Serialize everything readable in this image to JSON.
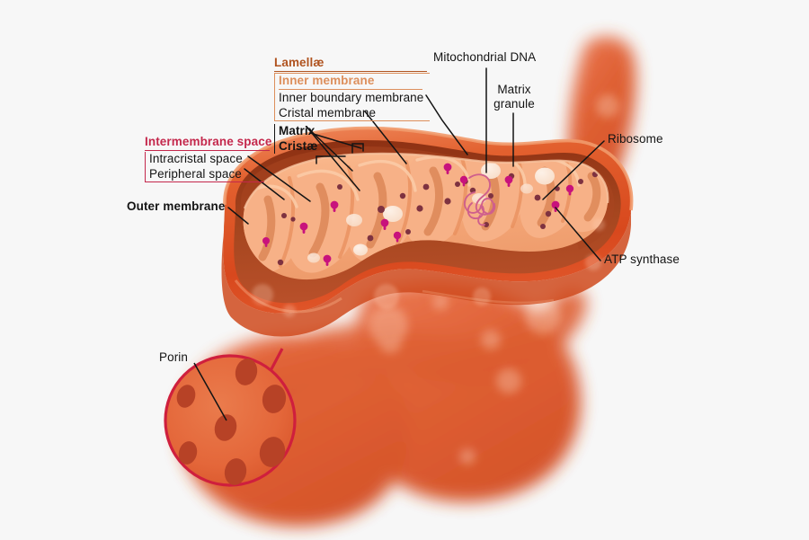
{
  "figure": {
    "subject": "mitochondrion-cutaway-diagram",
    "background_color": "#f7f7f7"
  },
  "palette": {
    "page_bg": "#f7f7f7",
    "outer_membrane": "#e0562a",
    "outer_membrane_dark": "#8e3216",
    "inner_cavity_shadow": "#9c3a18",
    "rim_light": "#ef8a5e",
    "matrix": "#f6a97b",
    "matrix_light": "#f9c39c",
    "crista_shadow": "#e09163",
    "granule": "#fbe3d2",
    "ribosome": "#7e3240",
    "atp_synthase": "#c8127c",
    "mtdna": "#cf5f8c",
    "label_black": "#141414",
    "label_brown": "#b0531f",
    "label_light_orange": "#dd8f5c",
    "label_crimson": "#c4284c",
    "porin_border": "#cf1f3d",
    "porin_fill": "#e4673a",
    "porin_pore": "#b74226"
  },
  "labels": {
    "lamellae_group": {
      "header": "Lamellæ",
      "subheader": "Inner membrane",
      "items": [
        "Inner boundary membrane",
        "Cristal membrane"
      ],
      "matrix": "Matrix",
      "cristae": "Cristæ"
    },
    "intermembrane_group": {
      "header": "Intermembrane space",
      "items": [
        "Intracristal space",
        "Peripheral space"
      ]
    },
    "outer_membrane": "Outer membrane",
    "mitochondrial_dna": "Mitochondrial DNA",
    "matrix_granule_line1": "Matrix",
    "matrix_granule_line2": "granule",
    "ribosome": "Ribosome",
    "atp_synthase": "ATP synthase",
    "porin": "Porin"
  }
}
